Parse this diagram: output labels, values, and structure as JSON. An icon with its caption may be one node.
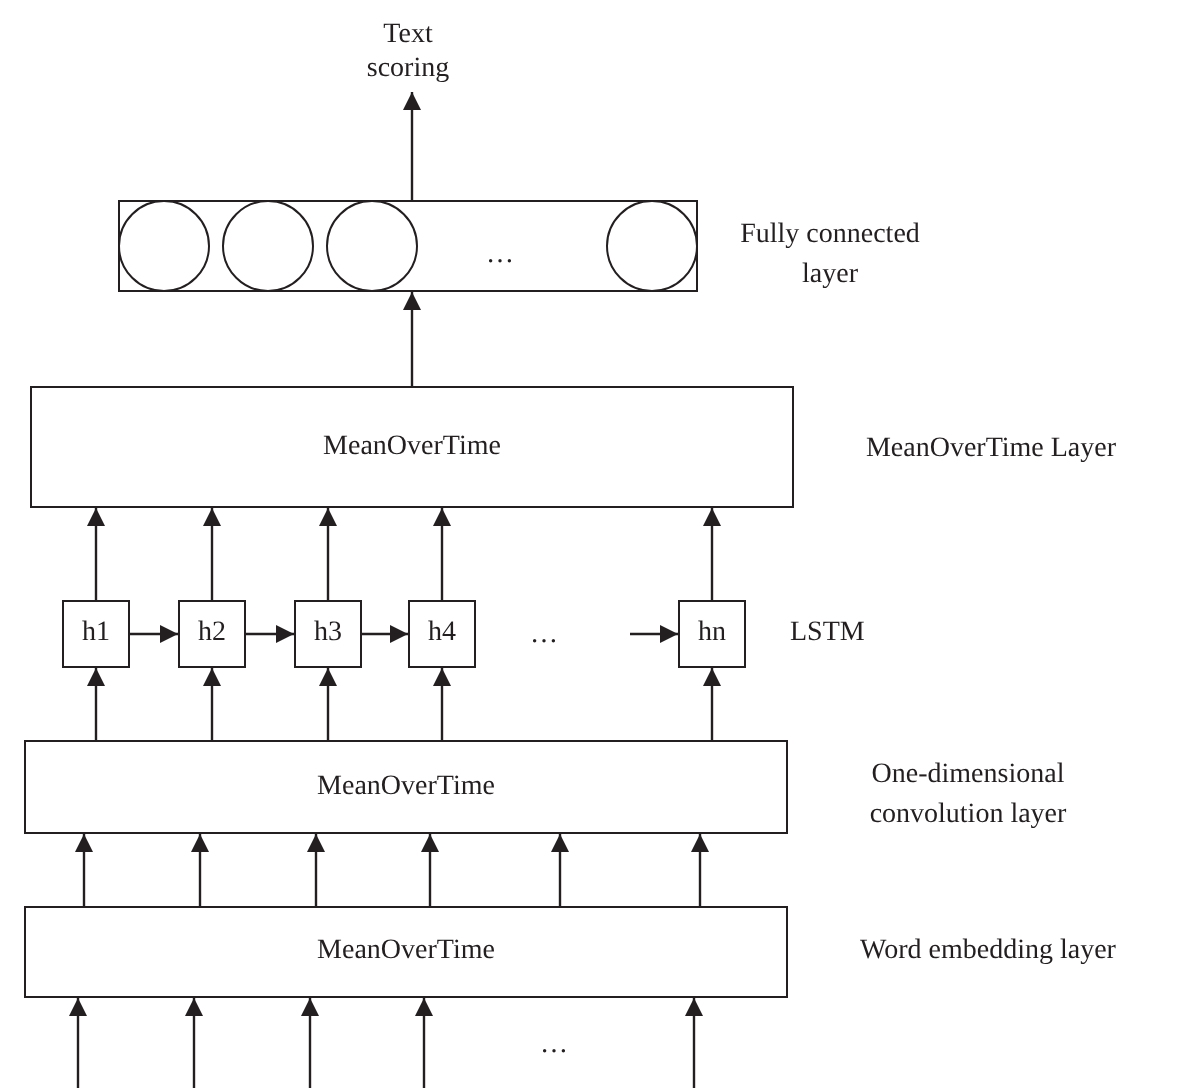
{
  "diagram": {
    "nodes": [
      {
        "text": [
          "Text scoring"
        ]
      },
      {
        "text": [],
        "shape": "box",
        "beside": [
          "Fully connected layer"
        ]
      },
      {
        "text": [],
        "shape": "circle",
        "in": 1
      },
      {
        "text": [],
        "shape": "circle",
        "in": 1
      },
      {
        "text": [],
        "shape": "circle",
        "in": 1
      },
      {
        "text": [],
        "shape": "circle",
        "in": 1
      },
      {
        "text": [
          "MeanOverTime"
        ],
        "beside": [
          "MeanOverTime Layer"
        ]
      },
      {
        "text": [
          "h1"
        ]
      },
      {
        "text": [
          "h2"
        ]
      },
      {
        "text": [
          "h3"
        ]
      },
      {
        "text": [
          "h4"
        ]
      },
      {
        "text": [
          "hn"
        ]
      },
      {
        "text": [
          "MeanOverTime"
        ],
        "beside": [
          "One-dimensional convolution layer"
        ]
      },
      {
        "text": [
          "MeanOverTime"
        ],
        "beside": [
          "Word embedding layer"
        ]
      }
    ],
    "edges": [
      {
        "from": 1,
        "to": 0,
        "arrow": "to"
      },
      {
        "from": 6,
        "to": 1,
        "arrow": "to"
      },
      {
        "from": 7,
        "to": 6,
        "arrow": "to"
      },
      {
        "from": 8,
        "to": 6,
        "arrow": "to"
      },
      {
        "from": 9,
        "to": 6,
        "arrow": "to"
      },
      {
        "from": 10,
        "to": 6,
        "arrow": "to"
      },
      {
        "from": 11,
        "to": 6,
        "arrow": "to"
      },
      {
        "from": 7,
        "to": 8,
        "arrow": "to"
      },
      {
        "from": 8,
        "to": 9,
        "arrow": "to"
      },
      {
        "from": 9,
        "to": 10,
        "arrow": "to"
      },
      {
        "from": null,
        "to": 11,
        "arrow": "to"
      },
      {
        "from": 12,
        "to": 7,
        "arrow": "to"
      },
      {
        "from": 12,
        "to": 8,
        "arrow": "to"
      },
      {
        "from": 12,
        "to": 9,
        "arrow": "to"
      },
      {
        "from": 12,
        "to": 10,
        "arrow": "to"
      },
      {
        "from": 12,
        "to": 11,
        "arrow": "to"
      },
      {
        "from": 13,
        "to": 12,
        "arrow": "to"
      },
      {
        "from": 13,
        "to": 12,
        "arrow": "to"
      },
      {
        "from": 13,
        "to": 12,
        "arrow": "to"
      },
      {
        "from": 13,
        "to": 12,
        "arrow": "to"
      },
      {
        "from": 13,
        "to": 12,
        "arrow": "to"
      },
      {
        "from": 13,
        "to": 12,
        "arrow": "to"
      },
      {
        "from": null,
        "to": 13,
        "arrow": "to"
      },
      {
        "from": null,
        "to": 13,
        "arrow": "to"
      },
      {
        "from": null,
        "to": 13,
        "arrow": "to"
      },
      {
        "from": null,
        "to": 13,
        "arrow": "to"
      },
      {
        "from": null,
        "to": 13,
        "arrow": "to"
      }
    ],
    "labels": [
      "…",
      "…",
      "LSTM",
      "…"
    ]
  }
}
